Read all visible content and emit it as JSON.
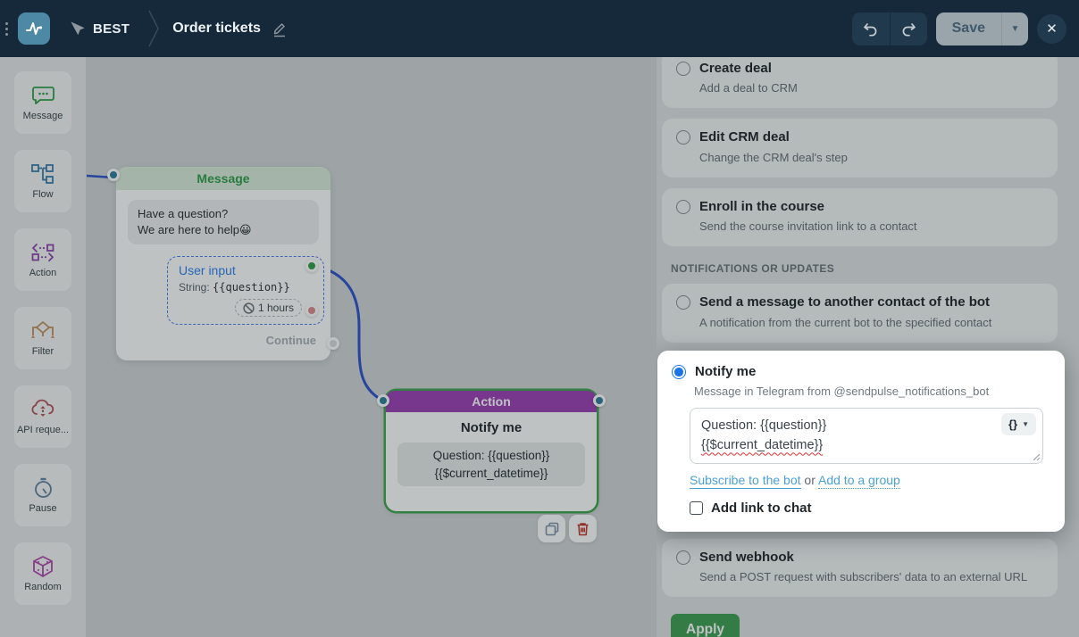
{
  "topbar": {
    "bot_name": "BEST",
    "flow_title": "Order tickets",
    "save_label": "Save",
    "close_label": "✕"
  },
  "sidebar": {
    "items": [
      {
        "label": "Message"
      },
      {
        "label": "Flow"
      },
      {
        "label": "Action"
      },
      {
        "label": "Filter"
      },
      {
        "label": "API reque..."
      },
      {
        "label": "Pause"
      },
      {
        "label": "Random"
      }
    ]
  },
  "canvas": {
    "message_node": {
      "header": "Message",
      "bubble_line1": "Have a question?",
      "bubble_line2": "We are here to help😀",
      "user_input": {
        "title": "User input",
        "value_label": "String:",
        "value_var": "{{question}}",
        "timeout": "1 hours"
      },
      "continue_label": "Continue"
    },
    "action_node": {
      "header": "Action",
      "title": "Notify me",
      "line1": "Question: {{question}}",
      "line2": "{{$current_datetime}}"
    }
  },
  "panel": {
    "options_crm": [
      {
        "title": "Create deal",
        "subtitle": "Add a deal to CRM"
      },
      {
        "title": "Edit CRM deal",
        "subtitle": "Change the CRM deal's step"
      },
      {
        "title": "Enroll in the course",
        "subtitle": "Send the course invitation link to a contact"
      }
    ],
    "section_label": "NOTIFICATIONS OR UPDATES",
    "option_send_contact": {
      "title": "Send a message to another contact of the bot",
      "subtitle": "A notification from the current bot to the specified contact"
    },
    "notify": {
      "title": "Notify me",
      "subtitle": "Message in Telegram from @sendpulse_notifications_bot",
      "textarea_line1": "Question: {{question}}",
      "textarea_line2": "{{$current_datetime}}",
      "vars_button": "{}",
      "link_subscribe": "Subscribe to the bot",
      "link_join_word": "or",
      "link_group": "Add to a group",
      "checkbox_label": "Add link to chat"
    },
    "option_webhook": {
      "title": "Send webhook",
      "subtitle": "Send a POST request with subscribers' data to an external URL"
    },
    "apply_label": "Apply"
  },
  "colors": {
    "topbar_bg": "#15293a",
    "logo_teal": "#4d89a4",
    "accent_green": "#3f9e53",
    "message_green": "#2e9e47",
    "action_purple": "#9b3fb5",
    "selected_blue": "#1a73e8",
    "link_blue": "#4ba0d4",
    "connector_blue": "#2d52cc",
    "port_teal": "#2e7d99",
    "danger_red": "#c0392b"
  }
}
